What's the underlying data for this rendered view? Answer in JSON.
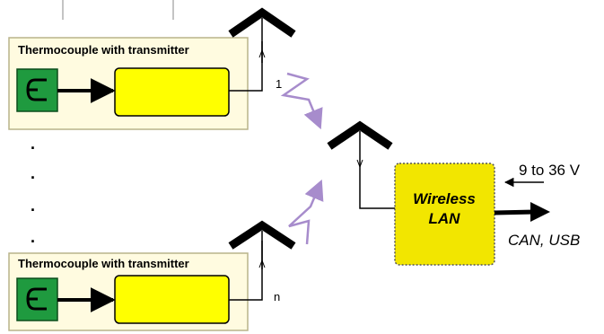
{
  "module_top": {
    "title": "Thermocouple with transmitter",
    "channel": "1"
  },
  "module_bottom": {
    "title": "Thermocouple with transmitter",
    "channel": "n"
  },
  "ellipsis_dots": [
    ".",
    ".",
    ".",
    "."
  ],
  "lan_box": {
    "line1": "Wireless",
    "line2": "LAN"
  },
  "power_label": "9 to 36 V",
  "output_label": "CAN, USB",
  "colors": {
    "module_fill": "#fffbe0",
    "module_stroke": "#b9b48a",
    "sensor_green": "#1f9a3f",
    "transmitter_yellow": "#ffff00",
    "lan_yellow": "#f2e600",
    "radio_purple": "#a78ccc",
    "line_black": "#000000"
  },
  "icons": {
    "sensor": "thermocouple-probe-icon",
    "antenna": "antenna-icon",
    "signal": "radio-wave-icon"
  }
}
